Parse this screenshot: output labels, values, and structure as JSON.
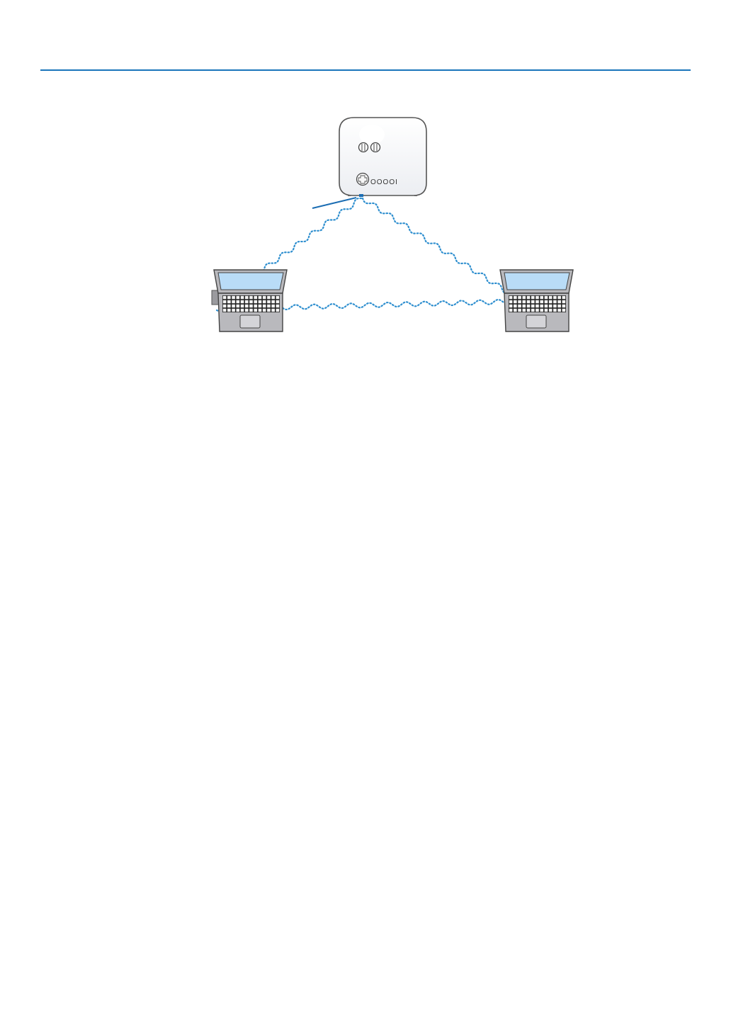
{
  "colors": {
    "header_rule": "#1a75bb",
    "wireless_link": "#2f8fcf",
    "pointer_line": "#1b6db3",
    "projector_body": "#f4f4f6",
    "projector_outline": "#555555",
    "laptop_body": "#b9b9bd",
    "laptop_screen": "#b9dcf7",
    "laptop_outline": "#444444"
  },
  "devices": {
    "projector": {
      "icon": "projector-icon",
      "panel_label": "OOOOI"
    },
    "laptop_left": {
      "icon": "laptop-icon"
    },
    "laptop_right": {
      "icon": "laptop-icon"
    }
  },
  "links": {
    "style": "wavy-dotted",
    "count": 3
  }
}
